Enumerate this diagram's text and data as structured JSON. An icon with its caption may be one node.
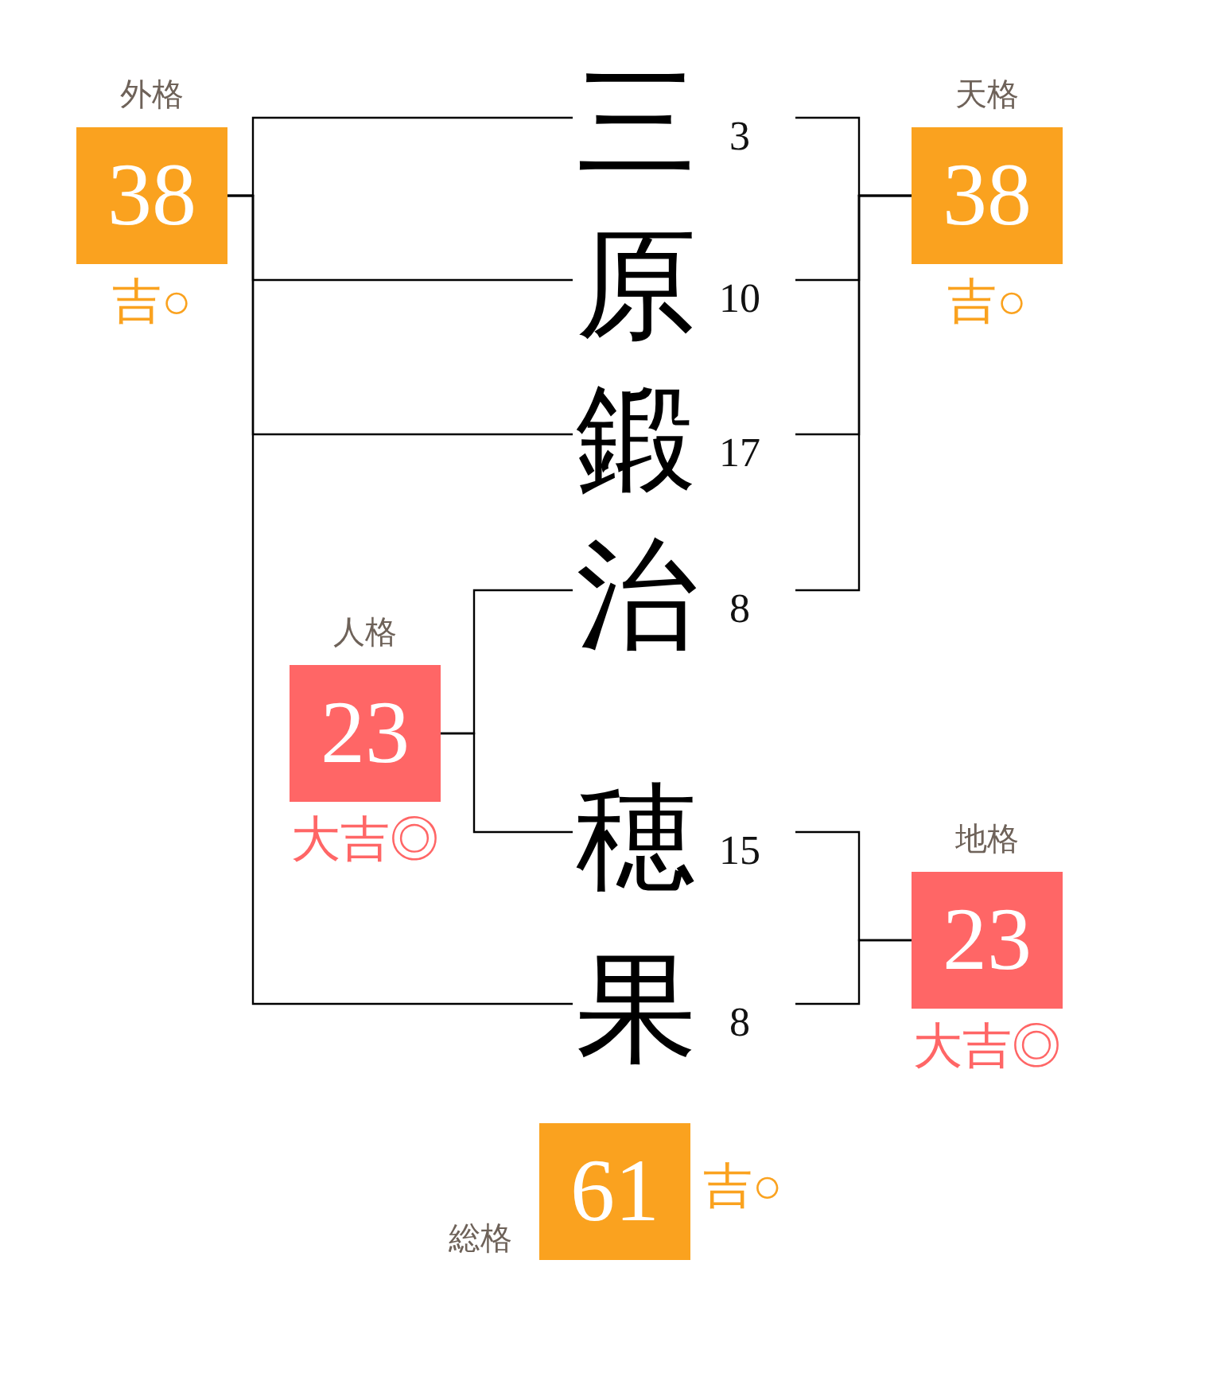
{
  "diagram": {
    "nodes": [
      {
        "text": [
          "外格",
          "38"
        ],
        "beside": [
          "吉○"
        ]
      },
      {
        "text": [
          "三"
        ],
        "beside": [
          "3"
        ]
      },
      {
        "text": [
          "天格",
          "38"
        ],
        "beside": [
          "吉○"
        ]
      },
      {
        "text": [
          "原"
        ],
        "beside": [
          "10"
        ]
      },
      {
        "text": [
          "鍛"
        ],
        "beside": [
          "17"
        ]
      },
      {
        "text": [
          "人格",
          "23"
        ],
        "beside": [
          "大吉◎"
        ]
      },
      {
        "text": [
          "治"
        ],
        "beside": [
          "8"
        ]
      },
      {
        "text": [
          "穂"
        ],
        "beside": [
          "15"
        ]
      },
      {
        "text": [
          "地格",
          "23"
        ],
        "beside": [
          "大吉◎"
        ]
      },
      {
        "text": [
          "果"
        ],
        "beside": [
          "8"
        ]
      },
      {
        "text": [
          "総格",
          "61"
        ],
        "beside": [
          "吉○"
        ]
      }
    ],
    "edges": [
      {
        "from": 1,
        "to": 0,
        "arrow": "none"
      },
      {
        "from": 3,
        "to": 0,
        "arrow": "none"
      },
      {
        "from": 4,
        "to": 0,
        "arrow": "none"
      },
      {
        "from": 9,
        "to": 0,
        "arrow": "none"
      },
      {
        "from": 1,
        "to": 2,
        "arrow": "none"
      },
      {
        "from": 3,
        "to": 2,
        "arrow": "none"
      },
      {
        "from": 4,
        "to": 2,
        "arrow": "none"
      },
      {
        "from": 6,
        "to": 2,
        "arrow": "none"
      },
      {
        "from": 6,
        "to": 5,
        "arrow": "none"
      },
      {
        "from": 7,
        "to": 5,
        "arrow": "none"
      },
      {
        "from": 7,
        "to": 8,
        "arrow": "none"
      },
      {
        "from": 9,
        "to": 8,
        "arrow": "none"
      }
    ]
  }
}
